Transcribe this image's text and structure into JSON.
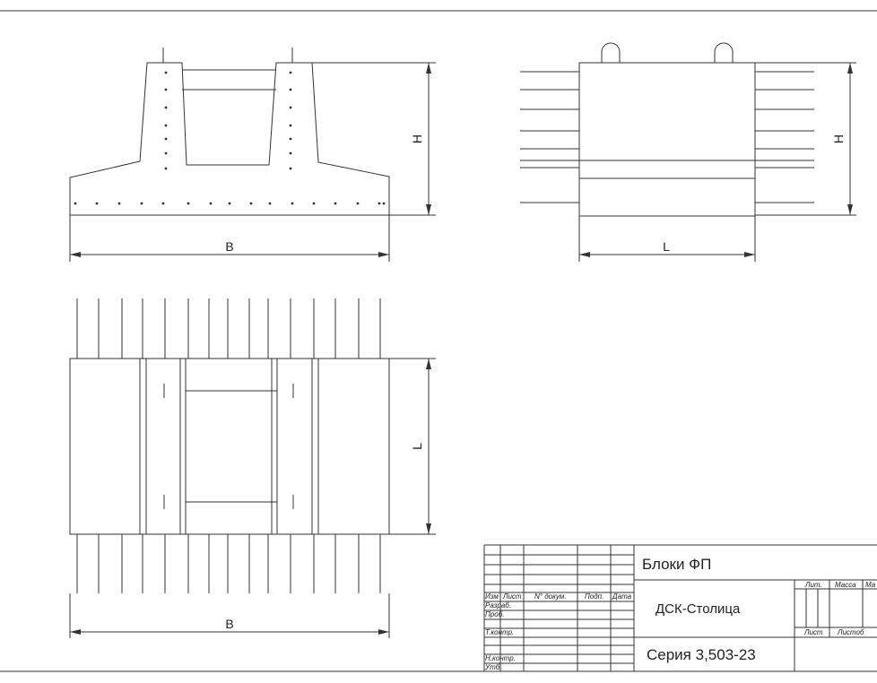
{
  "colors": {
    "line": "#333333",
    "paper": "#ffffff"
  },
  "dimensions": {
    "front_view": {
      "width_label": "B",
      "height_label": "H"
    },
    "side_view": {
      "length_label": "L",
      "height_label": "H"
    },
    "plan_view": {
      "length_label": "L",
      "width_label": "B"
    }
  },
  "title_block": {
    "title": "Блоки ФП",
    "organization": "ДСК-Столица",
    "series": "Серия 3,503-23",
    "header": {
      "izm": "Изм",
      "list": "Лист",
      "doc_no": "N° докум.",
      "sign": "Подп.",
      "date": "Дата"
    },
    "roles": [
      "Разраб.",
      "Проб.",
      "Т.контр.",
      "Н.контр.",
      "Утб."
    ],
    "right_headers": {
      "lit": "Лит.",
      "mass": "Масса",
      "scale": "Ма",
      "sheet": "Лист",
      "sheets": "Листоб"
    }
  }
}
